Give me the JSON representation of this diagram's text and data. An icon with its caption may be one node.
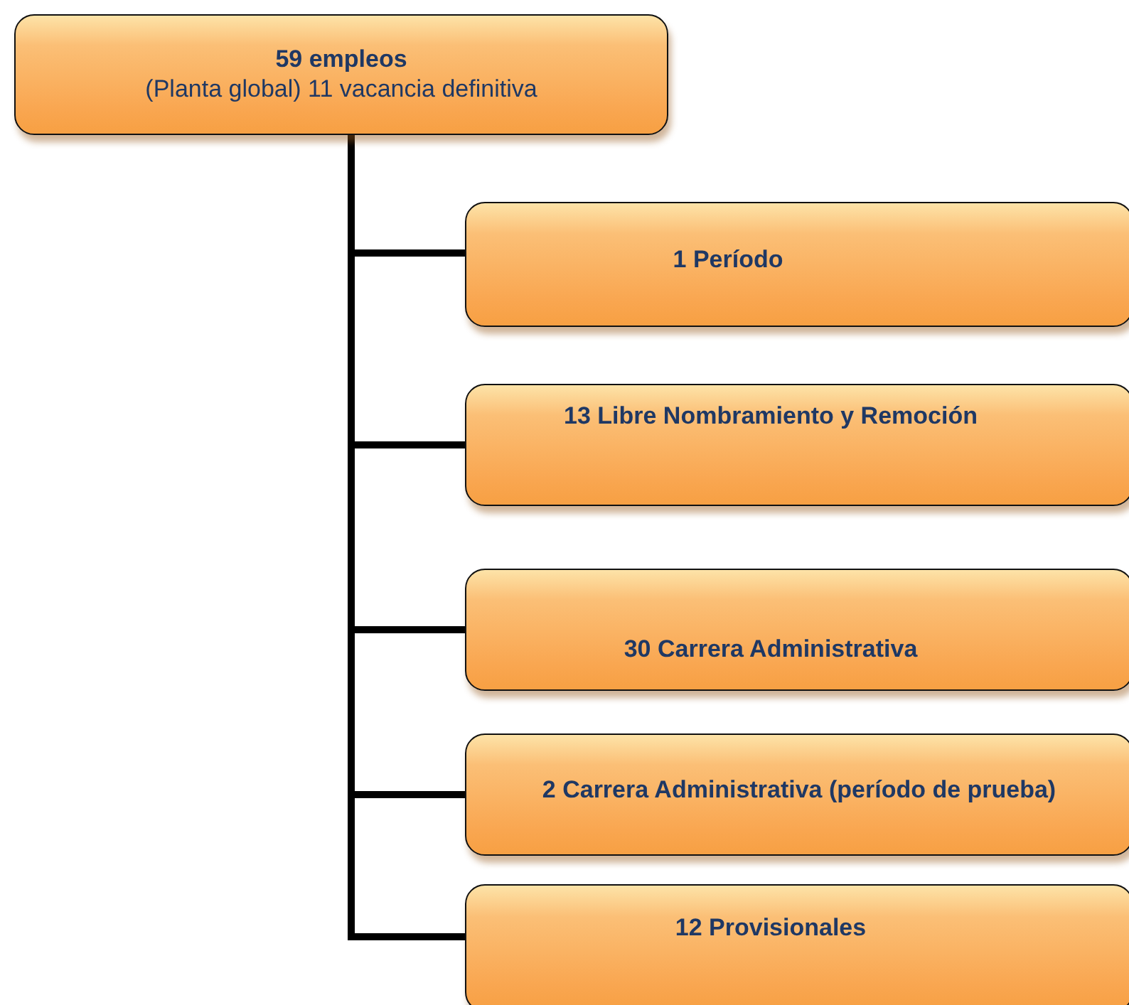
{
  "diagram": {
    "nodes": [
      {
        "text": [
          "59 empleos",
          "(Planta global) 11 vacancia definitiva"
        ]
      },
      {
        "text": [
          "1 Período"
        ]
      },
      {
        "text": [
          "13 Libre Nombramiento y Remoción"
        ]
      },
      {
        "text": [
          "30 Carrera Administrativa"
        ]
      },
      {
        "text": [
          "2 Carrera Administrativa (período de prueba)"
        ]
      },
      {
        "text": [
          "12 Provisionales"
        ]
      }
    ],
    "edges": [
      {
        "from": 0,
        "to": 1,
        "arrow": "none"
      },
      {
        "from": 0,
        "to": 2,
        "arrow": "none"
      },
      {
        "from": 0,
        "to": 3,
        "arrow": "none"
      },
      {
        "from": 0,
        "to": 4,
        "arrow": "none"
      },
      {
        "from": 0,
        "to": 5,
        "arrow": "none"
      }
    ]
  }
}
